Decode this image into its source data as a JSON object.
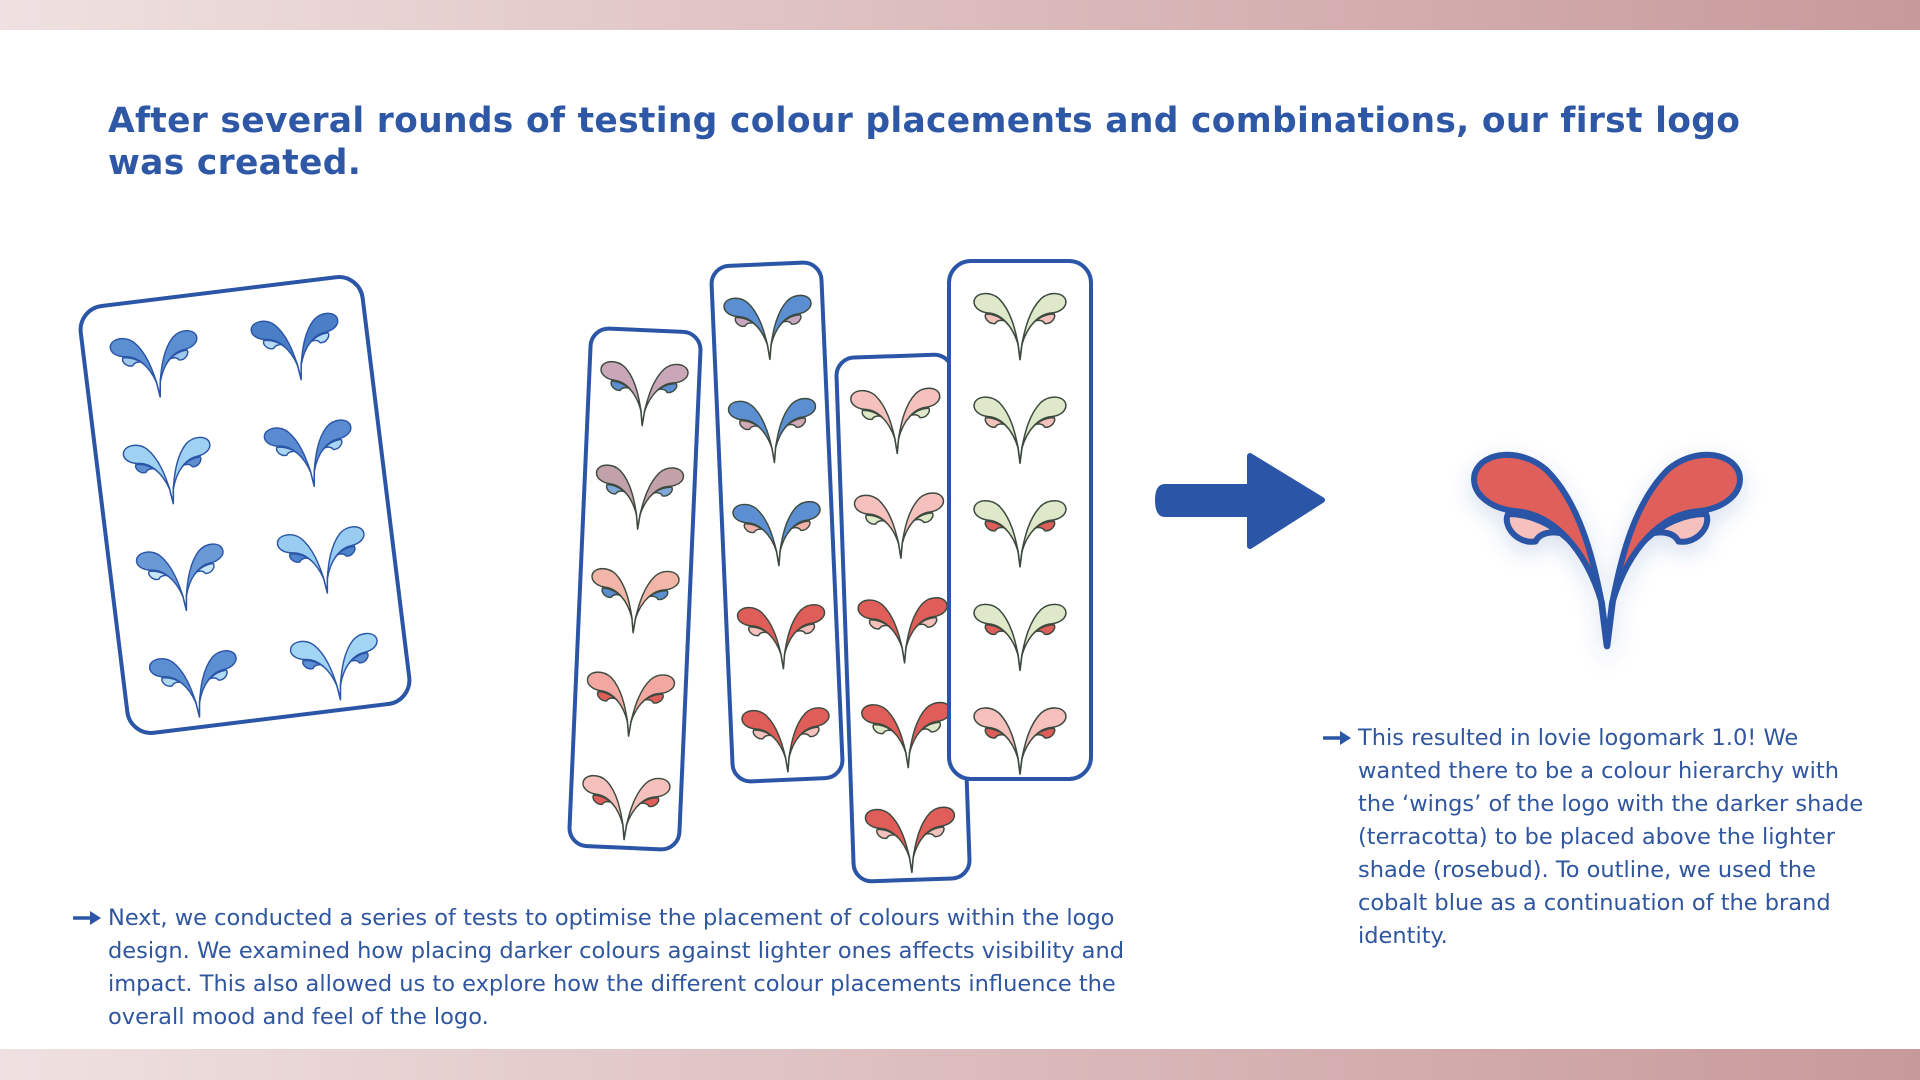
{
  "headline": "After several rounds of testing colour placements and combinations, our first logo was created.",
  "notes": {
    "left": "Next, we conducted a series of tests to optimise the placement of colours within the logo design. We examined how placing darker colours against lighter ones affects visibility and impact. This also allowed us to explore how the different colour placements influence the overall mood and feel of the logo.",
    "right": "This resulted in lovie logomark 1.0! We wanted there to be a colour hierarchy with the ‘wings’ of the logo with the darker shade (terracotta) to be placed above the lighter shade (rosebud). To outline, we used the cobalt blue as a continuation of the brand identity."
  },
  "colors": {
    "cobalt": "#2b55a6",
    "terracotta": "#df5e5a",
    "rosebud": "#f6c1bd",
    "band_light": "#efe1e1",
    "band_dark": "#c8999b"
  },
  "icons": [
    "logomark-icon",
    "arrow-right-icon",
    "bullet-arrow-icon"
  ],
  "test_cards": [
    {
      "name": "blue-tests-card",
      "palette": [
        [
          "#5b8fd2",
          "#9ec8ee"
        ],
        [
          "#4a7fc8",
          "#b6dcf5"
        ],
        [
          "#9fd2f2",
          "#5d8fd0"
        ],
        [
          "#5a8bd0",
          "#a9d6f3"
        ],
        [
          "#6a9ad6",
          "#c9e6f7"
        ],
        [
          "#98cdf1",
          "#4e84cc"
        ],
        [
          "#5c8fd1",
          "#aedaf4"
        ],
        [
          "#a2d4f3",
          "#5d90d2"
        ]
      ]
    },
    {
      "name": "mauve-tests-card",
      "palette": [
        [
          "#c9a7b8",
          "#5b8fd2"
        ],
        [
          "#c2a1a8",
          "#7fa8d8"
        ],
        [
          "#f1b6a8",
          "#5b8fd2"
        ],
        [
          "#f2a8a0",
          "#df5e5a"
        ],
        [
          "#f6c1bd",
          "#df5e5a"
        ]
      ]
    },
    {
      "name": "blue-pink-tests-card",
      "palette": [
        [
          "#5b8fd2",
          "#c9a7c0"
        ],
        [
          "#5b8fd2",
          "#d2a8b4"
        ],
        [
          "#5b8fd2",
          "#f2b2ab"
        ],
        [
          "#df5e5a",
          "#f6c1bd"
        ],
        [
          "#df5e5a",
          "#f6c1bd"
        ]
      ]
    },
    {
      "name": "pink-green-tests-card",
      "palette": [
        [
          "#f6c1bd",
          "#dfe8c8"
        ],
        [
          "#f6c1bd",
          "#dfe8c8"
        ],
        [
          "#df5e5a",
          "#f6c1bd"
        ],
        [
          "#df5e5a",
          "#dfe8c8"
        ],
        [
          "#df5e5a",
          "#f6c1bd"
        ]
      ]
    },
    {
      "name": "green-tests-card",
      "palette": [
        [
          "#dfe8c8",
          "#f6c1bd"
        ],
        [
          "#dfe8c8",
          "#f6c1bd"
        ],
        [
          "#dfe8c8",
          "#df5e5a"
        ],
        [
          "#dfe8c8",
          "#df5e5a"
        ],
        [
          "#f6c1bd",
          "#df5e5a"
        ]
      ]
    }
  ]
}
